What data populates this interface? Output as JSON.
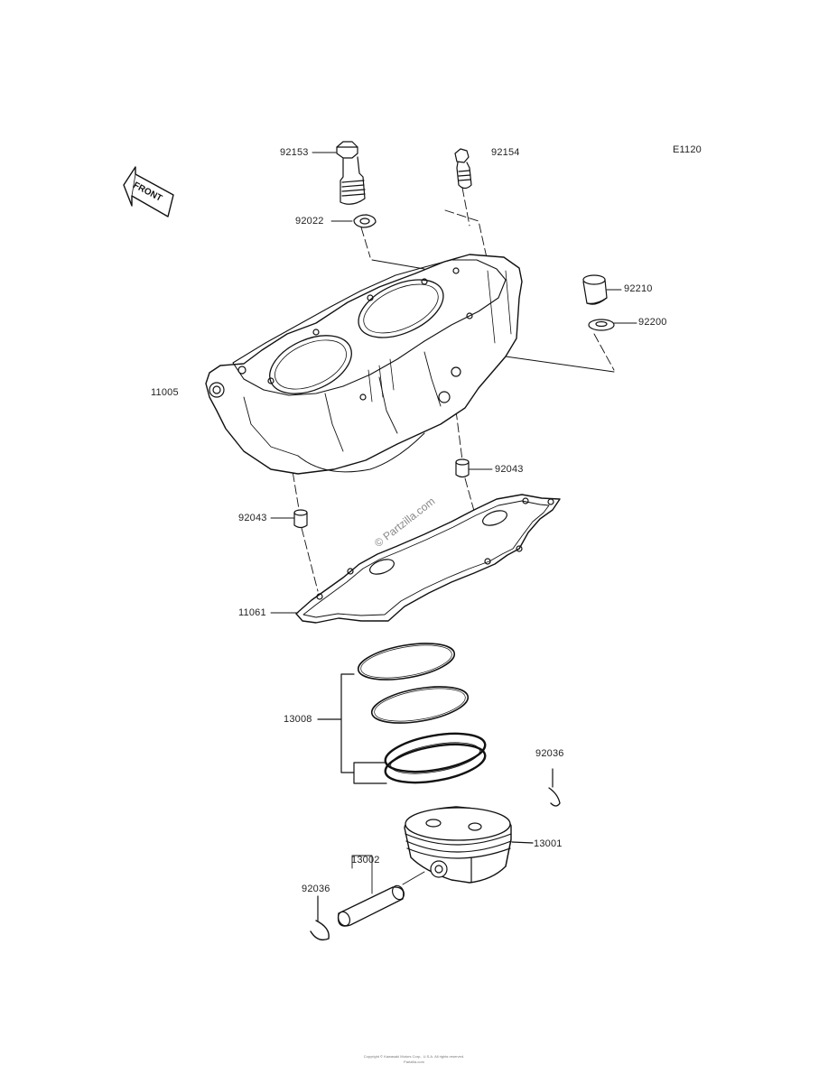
{
  "diagram_code": "E1120",
  "front_label": "FRONT",
  "watermark": "© Partzilla.com",
  "parts": {
    "bolt_left": "92153",
    "bolt_right": "92154",
    "washer": "92022",
    "cap": "92210",
    "seal": "92200",
    "cylinder": "11005",
    "dowel_right": "92043",
    "dowel_left": "92043",
    "gasket": "11061",
    "ring_set": "13008",
    "circlip_right": "92036",
    "piston": "13001",
    "pin": "13002",
    "circlip_left": "92036"
  },
  "footer": {
    "line1": "Copyright © Kawasaki Motors Corp., U.S.A. All rights reserved.",
    "line2": "Partzilla.com"
  }
}
